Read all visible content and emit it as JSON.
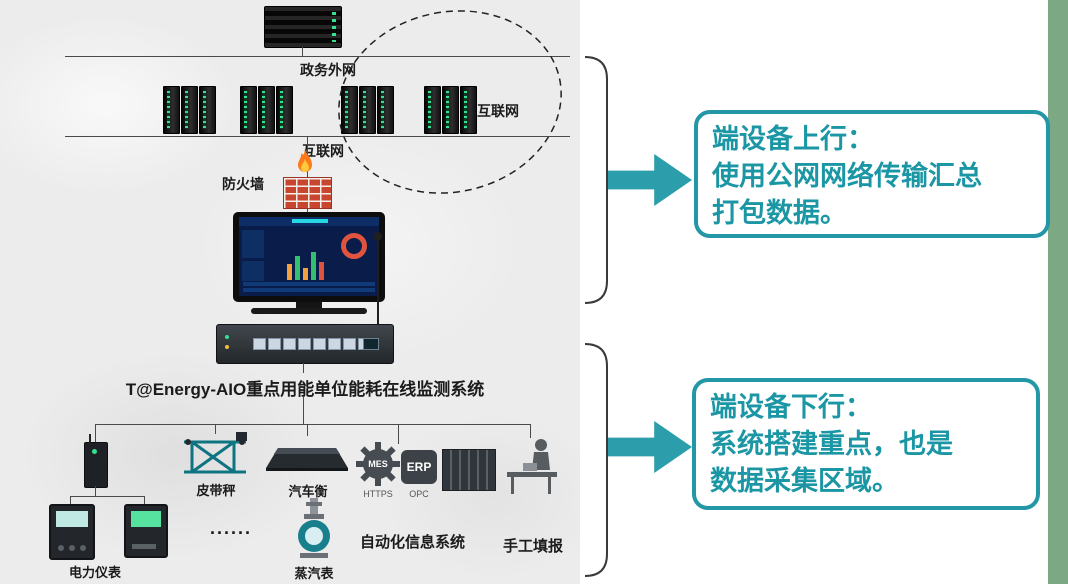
{
  "colors": {
    "accent_teal": "#2397A5",
    "callout_text_teal": "#1B96A4",
    "green_edge_strip": "#7CA884",
    "firewall_brick_red": "#C8452F",
    "server_light_green": "#35E08E"
  },
  "network": {
    "gov_extranet": "政务外网",
    "internet_top": "互联网",
    "internet_mid": "互联网",
    "firewall": "防火墙"
  },
  "system_title": "T@Energy-AIO重点用能单位能耗在线监测系统",
  "devices": {
    "power_meter": "电力仪表",
    "belt_scale": "皮带秤",
    "truck_scale": "汽车衡",
    "ellipsis": "......",
    "steam_meter": "蒸汽表",
    "mes": "MES",
    "erp": "ERP",
    "https": "HTTPS",
    "opc": "OPC",
    "automation_systems": "自动化信息系统",
    "manual_entry": "手工填报"
  },
  "callouts": {
    "upstream": {
      "title": "端设备上行：",
      "body_line1": "使用公网网络传输汇总",
      "body_line2": "打包数据。"
    },
    "downstream": {
      "title": "端设备下行：",
      "body_line1": "系统搭建重点，也是",
      "body_line2": "数据采集区域。"
    }
  }
}
